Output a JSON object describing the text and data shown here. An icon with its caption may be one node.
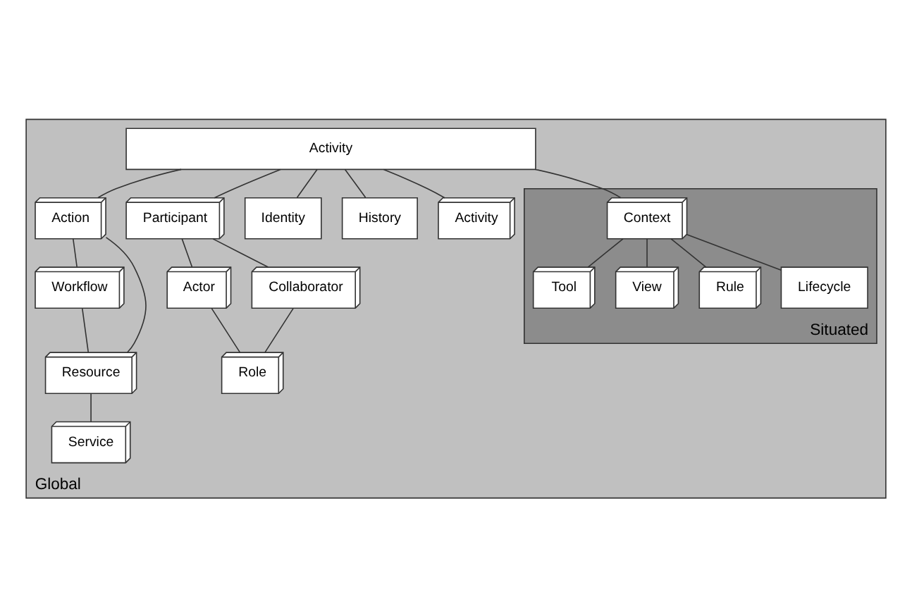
{
  "diagram": {
    "nodes": [
      {
        "text": [
          "Global"
        ]
      },
      {
        "text": [
          "Activity"
        ],
        "in": 0
      },
      {
        "text": [
          "Action"
        ],
        "in": 0
      },
      {
        "text": [
          "Participant"
        ],
        "in": 0
      },
      {
        "text": [
          "Identity"
        ],
        "in": 0
      },
      {
        "text": [
          "Workflow"
        ],
        "in": 0
      },
      {
        "text": [
          "Resource"
        ],
        "in": 0
      },
      {
        "text": [
          "Service"
        ],
        "in": 0
      },
      {
        "text": [
          "Actor"
        ],
        "in": 0
      },
      {
        "text": [
          "Collaborator"
        ],
        "in": 0
      },
      {
        "text": [
          "Role"
        ],
        "in": 0
      },
      {
        "text": [
          "History"
        ],
        "in": 0
      },
      {
        "text": [
          "Activity"
        ],
        "in": 0
      },
      {
        "text": [
          "Situated"
        ],
        "in": 0
      },
      {
        "text": [
          "Context"
        ],
        "in": 13
      },
      {
        "text": [
          "Tool"
        ],
        "in": 13
      },
      {
        "text": [
          "View"
        ],
        "in": 13
      },
      {
        "text": [
          "Rule"
        ],
        "in": 13
      },
      {
        "text": [
          "Lifecycle"
        ],
        "in": 13
      }
    ],
    "edges": [
      {
        "from": 1,
        "to": 2,
        "arrow": "none"
      },
      {
        "from": 1,
        "to": 3,
        "arrow": "none"
      },
      {
        "from": 1,
        "to": 4,
        "arrow": "none"
      },
      {
        "from": 1,
        "to": 11,
        "arrow": "none"
      },
      {
        "from": 1,
        "to": 12,
        "arrow": "none"
      },
      {
        "from": 1,
        "to": 14,
        "arrow": "none"
      },
      {
        "from": 2,
        "to": 5,
        "arrow": "none"
      },
      {
        "from": 2,
        "to": 6,
        "arrow": "none"
      },
      {
        "from": 5,
        "to": 6,
        "arrow": "none"
      },
      {
        "from": 6,
        "to": 7,
        "arrow": "none"
      },
      {
        "from": 3,
        "to": 8,
        "arrow": "none"
      },
      {
        "from": 3,
        "to": 9,
        "arrow": "none"
      },
      {
        "from": 8,
        "to": 10,
        "arrow": "none"
      },
      {
        "from": 9,
        "to": 10,
        "arrow": "none"
      },
      {
        "from": 14,
        "to": 15,
        "arrow": "none"
      },
      {
        "from": 14,
        "to": 16,
        "arrow": "none"
      },
      {
        "from": 14,
        "to": 17,
        "arrow": "none"
      },
      {
        "from": 14,
        "to": 18,
        "arrow": "none"
      }
    ]
  }
}
